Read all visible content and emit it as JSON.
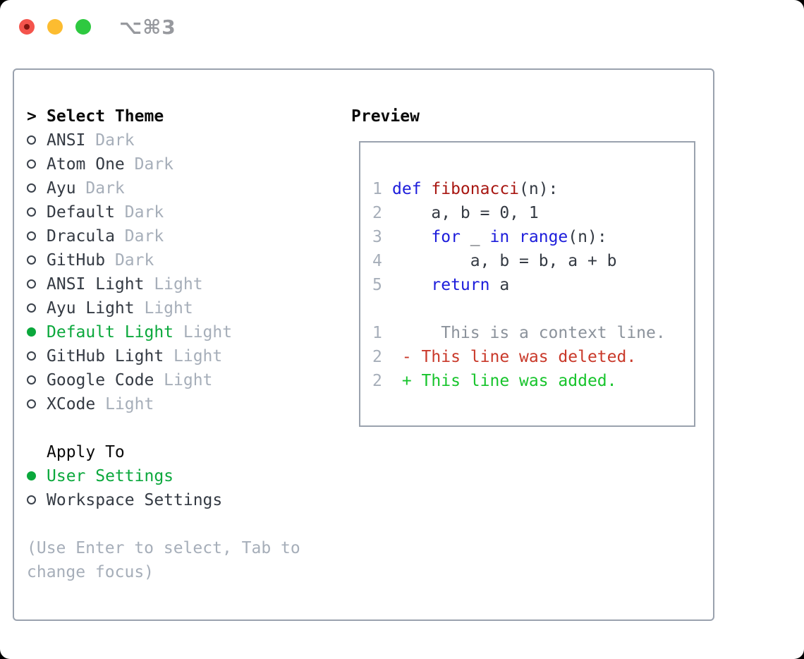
{
  "palette": {
    "ui_green": "#0ba83c",
    "added_green": "#17c42c",
    "deleted_red": "#c9392a",
    "keyword_blue": "#1c1cdb",
    "func_red": "#a81712",
    "muted": "#a6aeb9",
    "context_gray": "#8b929b",
    "text_dark": "#343a43",
    "border": "#9aa2ae",
    "heading": "#0a0a0a",
    "circle": "#3a414b",
    "shortcut": "#97999e",
    "traffic_red": "#f4544c",
    "traffic_red_dot": "#82150f",
    "traffic_yellow": "#fcbc30",
    "traffic_green": "#2ec940"
  },
  "titlebar": {
    "shortcut": "⌥⌘3"
  },
  "theme_picker": {
    "header": {
      "pointer": ">",
      "label": "Select Theme"
    },
    "items": [
      {
        "name": "ANSI",
        "tag": "Dark",
        "selected": false
      },
      {
        "name": "Atom One",
        "tag": "Dark",
        "selected": false
      },
      {
        "name": "Ayu",
        "tag": "Dark",
        "selected": false
      },
      {
        "name": "Default",
        "tag": "Dark",
        "selected": false
      },
      {
        "name": "Dracula",
        "tag": "Dark",
        "selected": false
      },
      {
        "name": "GitHub",
        "tag": "Dark",
        "selected": false
      },
      {
        "name": "ANSI Light",
        "tag": "Light",
        "selected": false
      },
      {
        "name": "Ayu Light",
        "tag": "Light",
        "selected": false
      },
      {
        "name": "Default Light",
        "tag": "Light",
        "selected": true
      },
      {
        "name": "GitHub Light",
        "tag": "Light",
        "selected": false
      },
      {
        "name": "Google Code",
        "tag": "Light",
        "selected": false
      },
      {
        "name": "XCode",
        "tag": "Light",
        "selected": false
      }
    ]
  },
  "apply_to": {
    "label": "Apply To",
    "options": [
      {
        "name": "User Settings",
        "selected": true
      },
      {
        "name": "Workspace Settings",
        "selected": false
      }
    ]
  },
  "help_text": "(Use Enter to select, Tab to\nchange focus)",
  "preview": {
    "label": "Preview",
    "code_lines": [
      {
        "num": "1",
        "segs": [
          {
            "t": "def ",
            "c": "kw"
          },
          {
            "t": "fibonacci",
            "c": "fn"
          },
          {
            "t": "(n):",
            "c": "pl"
          }
        ]
      },
      {
        "num": "2",
        "segs": [
          {
            "t": "    a, b = 0, 1",
            "c": "pl"
          }
        ]
      },
      {
        "num": "3",
        "segs": [
          {
            "t": "    ",
            "c": "pl"
          },
          {
            "t": "for",
            "c": "kw"
          },
          {
            "t": " _ ",
            "c": "pl"
          },
          {
            "t": "in",
            "c": "kw"
          },
          {
            "t": " ",
            "c": "pl"
          },
          {
            "t": "range",
            "c": "kw"
          },
          {
            "t": "(n):",
            "c": "pl"
          }
        ]
      },
      {
        "num": "4",
        "segs": [
          {
            "t": "        a, b = b, a + b",
            "c": "pl"
          }
        ]
      },
      {
        "num": "5",
        "segs": [
          {
            "t": "    ",
            "c": "pl"
          },
          {
            "t": "return",
            "c": "kw"
          },
          {
            "t": " a",
            "c": "pl"
          }
        ]
      }
    ],
    "diff_lines": [
      {
        "num": "1",
        "text": "     This is a context line.",
        "c": "ctx"
      },
      {
        "num": "2",
        "text": " - This line was deleted.",
        "c": "del"
      },
      {
        "num": "2",
        "text": " + This line was added.",
        "c": "add"
      }
    ]
  }
}
